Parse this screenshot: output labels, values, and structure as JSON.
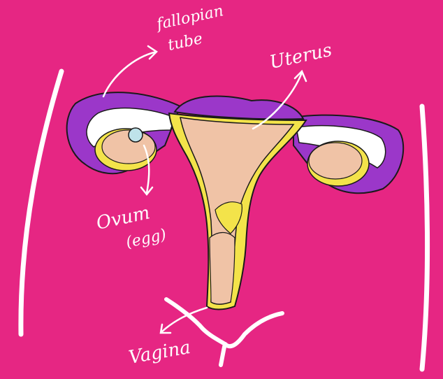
{
  "colors": {
    "background": "#E62683",
    "tube": "#9B37C9",
    "lining": "#F3E34A",
    "tissue": "#F0C3A6",
    "ovum": "#BFE3EA",
    "outline": "#1A1A1A",
    "ink": "#FFFFFF"
  },
  "labels": {
    "fallopian_tube": [
      "fallopian",
      "tube"
    ],
    "uterus": "Uterus",
    "ovum": [
      "Ovum",
      "(egg)"
    ],
    "vagina": "Vagina"
  }
}
